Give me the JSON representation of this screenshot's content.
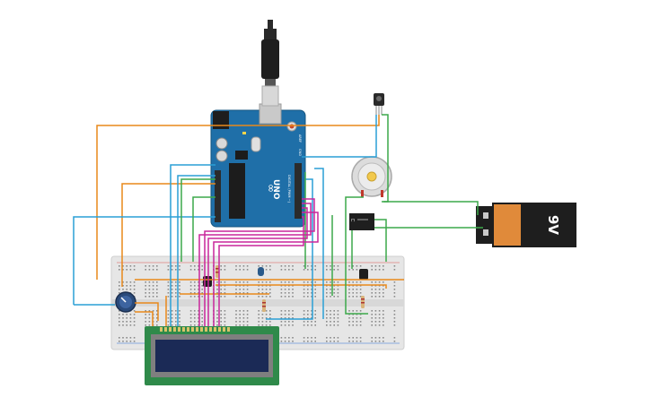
{
  "board": {
    "brand_mark": "∞",
    "model_label": "UNO",
    "digital_label": "DIGITAL (PWM ~)",
    "aref_label": "AREF",
    "gnd_label": "GND"
  },
  "battery": {
    "label": "9V"
  },
  "colors": {
    "wire_orange": "#e8881a",
    "wire_blue": "#2a9fd6",
    "wire_green": "#3ca84a",
    "wire_magenta": "#c8279b",
    "board_blue": "#1f6fa8",
    "breadboard": "#e6e6e6",
    "lcd_pcb": "#2f8a4a",
    "lcd_screen": "#1b2a56",
    "battery_body": "#e08a3a"
  },
  "icons": {
    "usb_cable": "usb-connector-icon",
    "potentiometer": "potentiometer-knob-icon",
    "dc_motor": "dc-motor-icon",
    "relay": "relay-module-icon",
    "temperature_sensor": "temperature-sensor-icon",
    "transistor": "transistor-icon",
    "resistor": "resistor-icon"
  }
}
